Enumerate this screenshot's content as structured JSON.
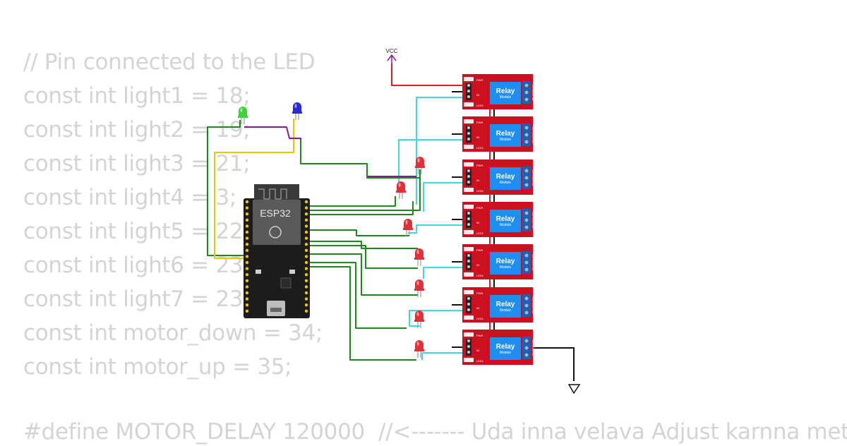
{
  "code_lines": [
    "// Pin connected to the LED",
    "const int light1 = 18;",
    "const int light2 = 19;",
    "const int light3 = 21;",
    "const int light4 = 3;",
    "const int light5 = 22;",
    "const int light6 = 23;",
    "const int light7 = 23;",
    "const int motor_down = 34;",
    "const int motor_up = 35;"
  ],
  "define_line": "#define MOTOR_DELAY 120000  //<------- Uda inna velava Adjust karnna met",
  "mcu": {
    "label": "ESP32"
  },
  "power": {
    "label": "VCC"
  },
  "relays": {
    "count": 7,
    "title": "Relay",
    "subtitle": "Module",
    "pin_labels": [
      "PWR",
      "IN",
      "LED1"
    ],
    "terminal_label": "NO COM NC"
  },
  "colors": {
    "wire_green": "#1a8a1a",
    "wire_cyan": "#3fd9e6",
    "wire_red": "#d81e1e",
    "wire_yellow": "#f2c500",
    "wire_purple": "#8b1a9a",
    "wire_black": "#111111",
    "relay_board": "#cc1020",
    "relay_body": "#1e8ff0",
    "board_black": "#1c1c1c"
  }
}
